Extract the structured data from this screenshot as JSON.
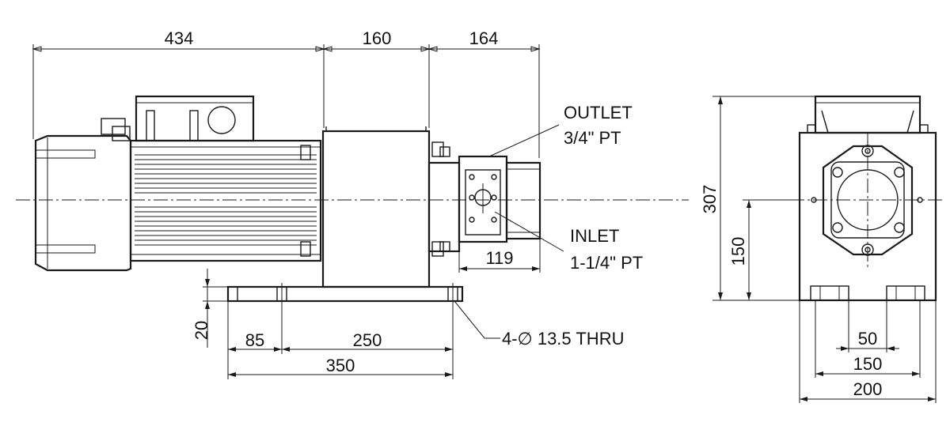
{
  "side_view": {
    "dim_motor_length": "434",
    "dim_bracket_length": "160",
    "dim_pump_length": "164",
    "dim_pump_offset": "119",
    "dim_base_height": "20",
    "dim_hole_offset": "85",
    "dim_hole_spacing": "250",
    "dim_base_length": "350",
    "outlet_label": "OUTLET",
    "outlet_size": "3/4\" PT",
    "inlet_label": "INLET",
    "inlet_size": "1-1/4\" PT",
    "holes_note": "4-∅ 13.5 THRU"
  },
  "front_view": {
    "dim_total_height": "307",
    "dim_shaft_height": "150",
    "dim_slot_width": "50",
    "dim_hole_spacing": "150",
    "dim_base_width": "200"
  },
  "colors": {
    "line": "#1a1a1a",
    "background": "#ffffff"
  }
}
